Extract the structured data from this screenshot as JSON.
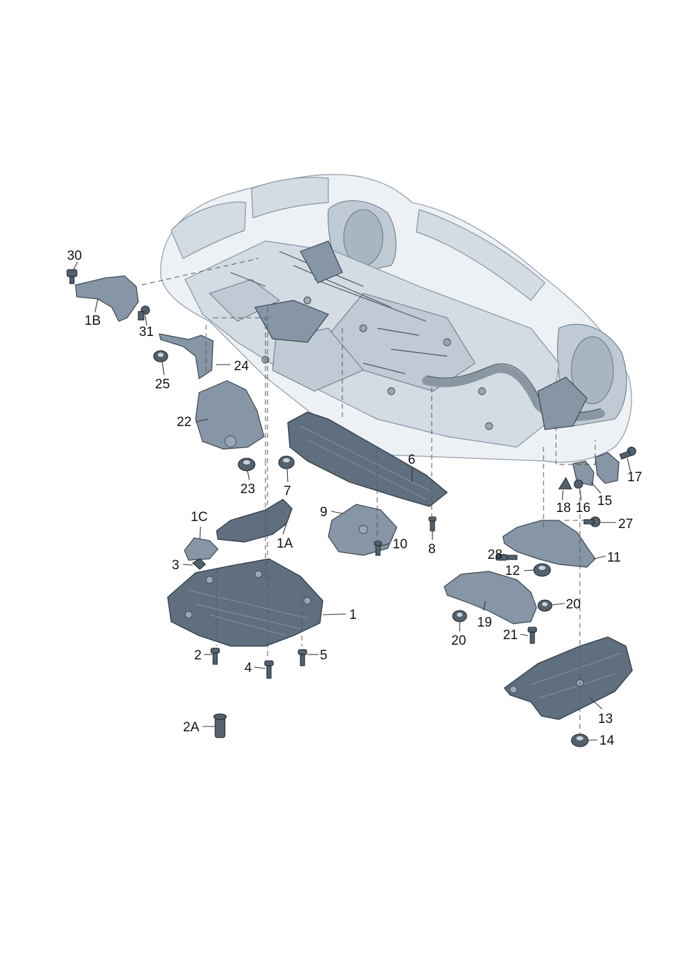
{
  "callouts": [
    {
      "id": "30",
      "text": "30"
    },
    {
      "id": "1B",
      "text": "1B"
    },
    {
      "id": "31",
      "text": "31"
    },
    {
      "id": "24",
      "text": "24"
    },
    {
      "id": "25",
      "text": "25"
    },
    {
      "id": "22",
      "text": "22"
    },
    {
      "id": "23",
      "text": "23"
    },
    {
      "id": "7",
      "text": "7"
    },
    {
      "id": "6",
      "text": "6"
    },
    {
      "id": "1C",
      "text": "1C"
    },
    {
      "id": "1A",
      "text": "1A"
    },
    {
      "id": "9",
      "text": "9"
    },
    {
      "id": "10",
      "text": "10"
    },
    {
      "id": "8",
      "text": "8"
    },
    {
      "id": "3",
      "text": "3"
    },
    {
      "id": "1",
      "text": "1"
    },
    {
      "id": "2",
      "text": "2"
    },
    {
      "id": "4",
      "text": "4"
    },
    {
      "id": "5",
      "text": "5"
    },
    {
      "id": "2A",
      "text": "2A"
    },
    {
      "id": "17",
      "text": "17"
    },
    {
      "id": "18",
      "text": "18"
    },
    {
      "id": "16",
      "text": "16"
    },
    {
      "id": "15",
      "text": "15"
    },
    {
      "id": "27",
      "text": "27"
    },
    {
      "id": "28",
      "text": "28"
    },
    {
      "id": "11",
      "text": "11"
    },
    {
      "id": "12",
      "text": "12"
    },
    {
      "id": "20a",
      "text": "20"
    },
    {
      "id": "19",
      "text": "19"
    },
    {
      "id": "20b",
      "text": "20"
    },
    {
      "id": "21",
      "text": "21"
    },
    {
      "id": "13",
      "text": "13"
    },
    {
      "id": "14",
      "text": "14"
    }
  ]
}
